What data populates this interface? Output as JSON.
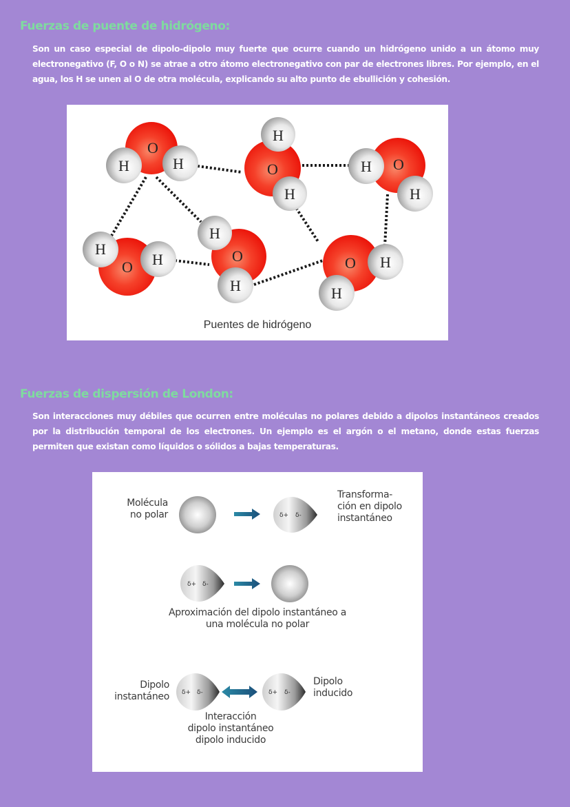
{
  "sections": [
    {
      "heading": "Fuerzas de puente de hidrógeno:",
      "paragraph": "Son un caso especial de dipolo-dipolo muy fuerte que ocurre cuando un hidrógeno unido a un átomo muy electronegativo (F, O o N) se atrae a otro átomo electronegativo con par de electrones libres. Por ejemplo, en el agua, los H se unen al O de otra molécula, explicando su alto punto de ebullición y cohesión.",
      "figure": {
        "caption": "Puentes de hidrógeno",
        "atom_oxygen": "O",
        "atom_hydrogen": "H",
        "colors": {
          "oxygen": "#f21d10",
          "hydrogen": "#c8c8c8",
          "bond": "#1a1a1a"
        }
      }
    },
    {
      "heading": "Fuerzas de dispersión de London:",
      "paragraph": "Son interacciones muy débiles que ocurren entre moléculas no polares debido a dipolos instantáneos creados por la distribución temporal de los electrones. Un ejemplo es el argón o el metano, donde estas fuerzas permiten que existan como líquidos o sólidos a bajas temperaturas.",
      "figure": {
        "label_nonpolar_line1": "Molécula",
        "label_nonpolar_line2": "no polar",
        "label_transform_line1": "Transforma-",
        "label_transform_line2": "ción en dipolo",
        "label_transform_line3": "instantáneo",
        "label_approach_line1": "Aproximación del dipolo instantáneo a",
        "label_approach_line2": "una molécula no polar",
        "label_instant_line1": "Dipolo",
        "label_instant_line2": "instantáneo",
        "label_induced_line1": "Dipolo",
        "label_induced_line2": "inducido",
        "label_interaction_line1": "Interacción",
        "label_interaction_line2": "dipolo instantáneo",
        "label_interaction_line3": "dipolo inducido",
        "delta_plus": "δ+",
        "delta_minus": "δ-",
        "colors": {
          "arrow": "#1f6a8a",
          "sphere": "#b0b0b0"
        }
      }
    }
  ],
  "colors": {
    "background": "#a387d4",
    "heading": "#7fdb9f",
    "body_text": "#ffffff"
  }
}
